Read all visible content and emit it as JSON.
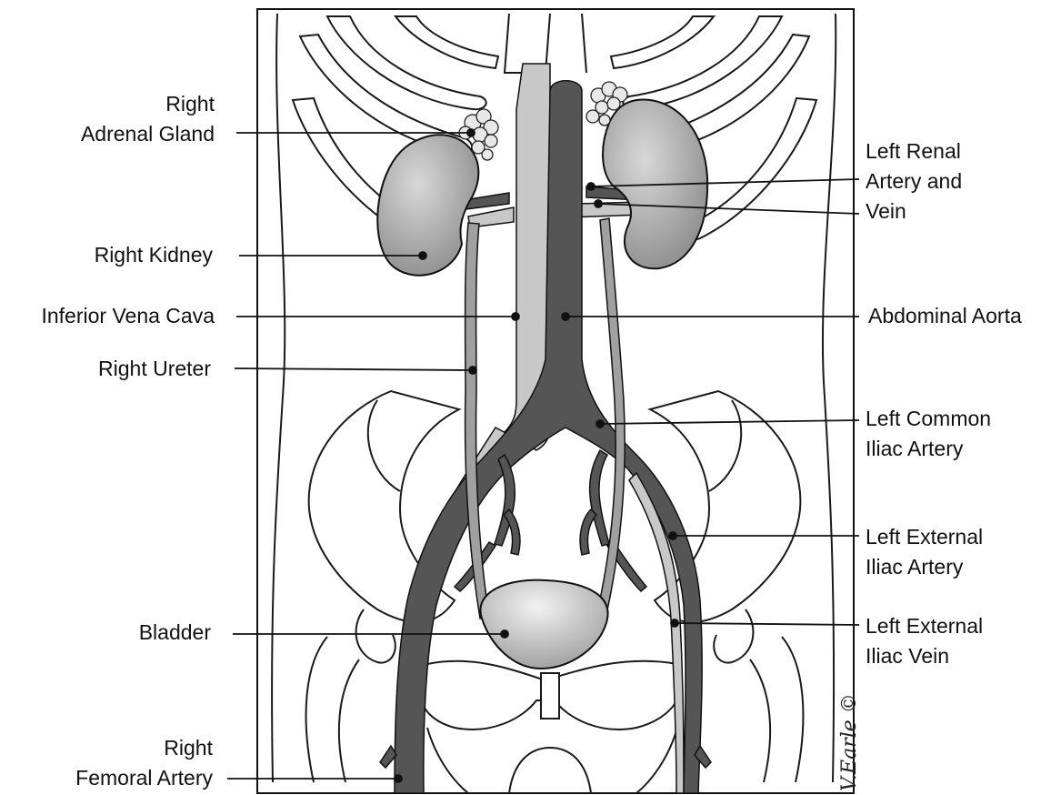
{
  "labels": {
    "right_adrenal_gland": [
      "Right",
      "Adrenal Gland"
    ],
    "right_kidney": "Right Kidney",
    "inferior_vena_cava": "Inferior Vena Cava",
    "right_ureter": "Right Ureter",
    "bladder": "Bladder",
    "right_femoral_artery": [
      "Right",
      "Femoral Artery"
    ],
    "left_renal_artery_and_vein": [
      "Left Renal",
      "Artery and",
      "Vein"
    ],
    "abdominal_aorta": "Abdominal Aorta",
    "left_common_iliac_artery": [
      "Left Common",
      "Iliac Artery"
    ],
    "left_external_iliac_artery": [
      "Left External",
      "Iliac Artery"
    ],
    "left_external_iliac_vein": [
      "Left External",
      "Iliac Vein"
    ]
  },
  "signature": "V.Earle ©",
  "colors": {
    "line": "#111111",
    "bone_fill": "#ffffff",
    "artery": "#555555",
    "vein": "#c8c8c8",
    "organ": "#a8a8a8",
    "bladder": "#d6d6d6"
  }
}
